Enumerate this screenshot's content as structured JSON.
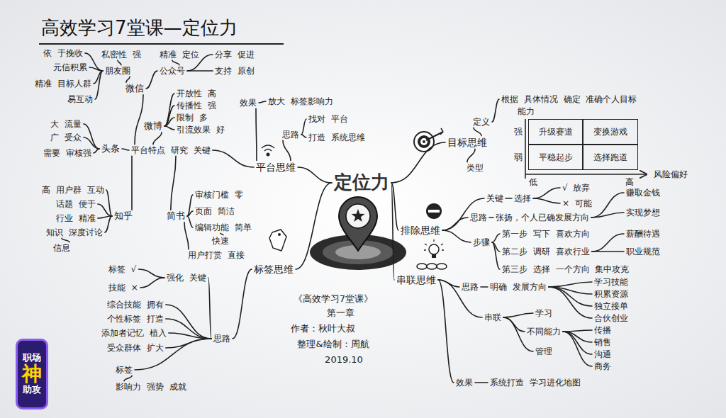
{
  "diagram": {
    "title": "高效学习7堂课—定位力",
    "nodes": [
      {
        "text": [
          "定位力"
        ]
      },
      {
        "text": [
          "目标思维"
        ]
      },
      {
        "text": [
          "定义"
        ]
      },
      {
        "text": [
          "根据 具体情况 确定 准确个人目标"
        ]
      },
      {
        "text": [
          "类型"
        ]
      },
      {
        "text": [
          "升级赛道"
        ]
      },
      {
        "text": [
          "变换游戏"
        ]
      },
      {
        "text": [
          "平稳起步"
        ]
      },
      {
        "text": [
          "选择跑道"
        ]
      },
      {
        "text": [
          "排除思维"
        ]
      },
      {
        "text": [
          "关键"
        ]
      },
      {
        "text": [
          "选择"
        ]
      },
      {
        "text": [
          "√ 放弃"
        ]
      },
      {
        "text": [
          "× 可能"
        ]
      },
      {
        "text": [
          "思路"
        ]
      },
      {
        "text": [
          "张扬，个人已确发展方向"
        ]
      },
      {
        "text": [
          "赚取金钱"
        ]
      },
      {
        "text": [
          "实现梦想"
        ]
      },
      {
        "text": [
          "步骤"
        ]
      },
      {
        "text": [
          "第一步 写下 喜欢方向"
        ]
      },
      {
        "text": [
          "第二步 调研 喜欢行业"
        ]
      },
      {
        "text": [
          "薪酬待遇"
        ]
      },
      {
        "text": [
          "职业规范"
        ]
      },
      {
        "text": [
          "第三步 选择 一个方向 集中攻克"
        ]
      },
      {
        "text": [
          "串联思维"
        ]
      },
      {
        "text": [
          "思路"
        ]
      },
      {
        "text": [
          "明确 发展方向"
        ]
      },
      {
        "text": [
          "学习技能"
        ]
      },
      {
        "text": [
          "积累资源"
        ]
      },
      {
        "text": [
          "独立接单"
        ]
      },
      {
        "text": [
          "合伙创业"
        ]
      },
      {
        "text": [
          "串联"
        ]
      },
      {
        "text": [
          "学习"
        ]
      },
      {
        "text": [
          "不同能力"
        ]
      },
      {
        "text": [
          "管理"
        ]
      },
      {
        "text": [
          "传播"
        ]
      },
      {
        "text": [
          "销售"
        ]
      },
      {
        "text": [
          "沟通"
        ]
      },
      {
        "text": [
          "商务"
        ]
      },
      {
        "text": [
          "效果"
        ]
      },
      {
        "text": [
          "系统打造 学习进化地图"
        ]
      },
      {
        "text": [
          "平台思维"
        ]
      },
      {
        "text": [
          "效果"
        ]
      },
      {
        "text": [
          "放大 标签影响力"
        ]
      },
      {
        "text": [
          "思路"
        ]
      },
      {
        "text": [
          "找对 平台"
        ]
      },
      {
        "text": [
          "打造 系统思维"
        ]
      },
      {
        "text": [
          "平台特点 研究 关键"
        ]
      },
      {
        "text": [
          "微信"
        ]
      },
      {
        "text": [
          "朋友圈"
        ]
      },
      {
        "text": [
          "私密性 强"
        ]
      },
      {
        "text": [
          "依 于挽收"
        ]
      },
      {
        "text": [
          "元信积累"
        ]
      },
      {
        "text": [
          "精准 目标人群"
        ]
      },
      {
        "text": [
          "易互动"
        ]
      },
      {
        "text": [
          "公众号"
        ]
      },
      {
        "text": [
          "精准 定位"
        ]
      },
      {
        "text": [
          "分享 促进"
        ]
      },
      {
        "text": [
          "支持 原创"
        ]
      },
      {
        "text": [
          "微博"
        ]
      },
      {
        "text": [
          "开放性 高"
        ]
      },
      {
        "text": [
          "传播性 强"
        ]
      },
      {
        "text": [
          "限制 多"
        ]
      },
      {
        "text": [
          "引流效果 好"
        ]
      },
      {
        "text": [
          "头条"
        ]
      },
      {
        "text": [
          "大 流量"
        ]
      },
      {
        "text": [
          "广 受众"
        ]
      },
      {
        "text": [
          "需要 审核强"
        ]
      },
      {
        "text": [
          "知乎"
        ]
      },
      {
        "text": [
          "高 用户群 互动"
        ]
      },
      {
        "text": [
          "话题 便于"
        ]
      },
      {
        "text": [
          "行业 精准"
        ]
      },
      {
        "text": [
          "知识 深度讨论"
        ]
      },
      {
        "text": [
          "信息"
        ]
      },
      {
        "text": [
          "简书"
        ]
      },
      {
        "text": [
          "审核门槛 零"
        ]
      },
      {
        "text": [
          "页面 简洁"
        ]
      },
      {
        "text": [
          "编辑功能 简单"
        ]
      },
      {
        "text": [
          "快速"
        ]
      },
      {
        "text": [
          "用户打赏 直接"
        ]
      },
      {
        "text": [
          "标签思维"
        ]
      },
      {
        "text": [
          "思路"
        ]
      },
      {
        "text": [
          "强化 关键"
        ]
      },
      {
        "text": [
          "标签 √"
        ]
      },
      {
        "text": [
          "技能 ×"
        ]
      },
      {
        "text": [
          "综合技能 拥有"
        ]
      },
      {
        "text": [
          "个性标签 打造"
        ]
      },
      {
        "text": [
          "添加者记忆 植入"
        ]
      },
      {
        "text": [
          "受众群体 扩大"
        ]
      },
      {
        "text": [
          "标签"
        ]
      },
      {
        "text": [
          "影响力 强势 成就"
        ]
      },
      {
        "text": [
          "职场",
          "神",
          "助攻"
        ]
      }
    ],
    "edges": [
      {
        "from": 0,
        "to": 1,
        "arrow": "none"
      },
      {
        "from": 0,
        "to": 9,
        "arrow": "none"
      },
      {
        "from": 0,
        "to": 24,
        "arrow": "none"
      },
      {
        "from": 0,
        "to": 41,
        "arrow": "none"
      },
      {
        "from": 0,
        "to": 80,
        "arrow": "none"
      },
      {
        "from": 1,
        "to": 2,
        "arrow": "none"
      },
      {
        "from": 2,
        "to": 3,
        "arrow": "none"
      },
      {
        "from": 1,
        "to": 4,
        "arrow": "none"
      },
      {
        "from": 9,
        "to": 10,
        "arrow": "none"
      },
      {
        "from": 10,
        "to": 11,
        "arrow": "none"
      },
      {
        "from": 11,
        "to": 12,
        "arrow": "none"
      },
      {
        "from": 11,
        "to": 13,
        "arrow": "none"
      },
      {
        "from": 9,
        "to": 14,
        "arrow": "none"
      },
      {
        "from": 14,
        "to": 15,
        "arrow": "none"
      },
      {
        "from": 15,
        "to": 16,
        "arrow": "none"
      },
      {
        "from": 15,
        "to": 17,
        "arrow": "none"
      },
      {
        "from": 9,
        "to": 18,
        "arrow": "none"
      },
      {
        "from": 18,
        "to": 19,
        "arrow": "none"
      },
      {
        "from": 18,
        "to": 20,
        "arrow": "none"
      },
      {
        "from": 20,
        "to": 21,
        "arrow": "none"
      },
      {
        "from": 20,
        "to": 22,
        "arrow": "none"
      },
      {
        "from": 18,
        "to": 23,
        "arrow": "none"
      },
      {
        "from": 24,
        "to": 25,
        "arrow": "none"
      },
      {
        "from": 25,
        "to": 26,
        "arrow": "none"
      },
      {
        "from": 26,
        "to": 27,
        "arrow": "none"
      },
      {
        "from": 26,
        "to": 28,
        "arrow": "none"
      },
      {
        "from": 26,
        "to": 29,
        "arrow": "none"
      },
      {
        "from": 26,
        "to": 30,
        "arrow": "none"
      },
      {
        "from": 24,
        "to": 31,
        "arrow": "none"
      },
      {
        "from": 31,
        "to": 32,
        "arrow": "none"
      },
      {
        "from": 31,
        "to": 33,
        "arrow": "none"
      },
      {
        "from": 31,
        "to": 34,
        "arrow": "none"
      },
      {
        "from": 33,
        "to": 35,
        "arrow": "none"
      },
      {
        "from": 33,
        "to": 36,
        "arrow": "none"
      },
      {
        "from": 33,
        "to": 37,
        "arrow": "none"
      },
      {
        "from": 33,
        "to": 38,
        "arrow": "none"
      },
      {
        "from": 24,
        "to": 39,
        "arrow": "none"
      },
      {
        "from": 39,
        "to": 40,
        "arrow": "none"
      },
      {
        "from": 41,
        "to": 42,
        "arrow": "none"
      },
      {
        "from": 42,
        "to": 43,
        "arrow": "none"
      },
      {
        "from": 41,
        "to": 44,
        "arrow": "none"
      },
      {
        "from": 44,
        "to": 45,
        "arrow": "none"
      },
      {
        "from": 44,
        "to": 46,
        "arrow": "none"
      },
      {
        "from": 41,
        "to": 47,
        "arrow": "none"
      },
      {
        "from": 47,
        "to": 48,
        "arrow": "none"
      },
      {
        "from": 48,
        "to": 49,
        "arrow": "none"
      },
      {
        "from": 49,
        "to": 50,
        "arrow": "none"
      },
      {
        "from": 49,
        "to": 51,
        "arrow": "none"
      },
      {
        "from": 49,
        "to": 52,
        "arrow": "none"
      },
      {
        "from": 49,
        "to": 53,
        "arrow": "none"
      },
      {
        "from": 49,
        "to": 54,
        "arrow": "none"
      },
      {
        "from": 48,
        "to": 55,
        "arrow": "none"
      },
      {
        "from": 55,
        "to": 56,
        "arrow": "none"
      },
      {
        "from": 55,
        "to": 57,
        "arrow": "none"
      },
      {
        "from": 55,
        "to": 58,
        "arrow": "none"
      },
      {
        "from": 47,
        "to": 59,
        "arrow": "none"
      },
      {
        "from": 59,
        "to": 60,
        "arrow": "none"
      },
      {
        "from": 59,
        "to": 61,
        "arrow": "none"
      },
      {
        "from": 59,
        "to": 62,
        "arrow": "none"
      },
      {
        "from": 59,
        "to": 63,
        "arrow": "none"
      },
      {
        "from": 47,
        "to": 64,
        "arrow": "none"
      },
      {
        "from": 64,
        "to": 65,
        "arrow": "none"
      },
      {
        "from": 64,
        "to": 66,
        "arrow": "none"
      },
      {
        "from": 64,
        "to": 67,
        "arrow": "none"
      },
      {
        "from": 47,
        "to": 68,
        "arrow": "none"
      },
      {
        "from": 68,
        "to": 69,
        "arrow": "none"
      },
      {
        "from": 68,
        "to": 70,
        "arrow": "none"
      },
      {
        "from": 68,
        "to": 71,
        "arrow": "none"
      },
      {
        "from": 68,
        "to": 72,
        "arrow": "none"
      },
      {
        "from": 72,
        "to": 73,
        "arrow": "none"
      },
      {
        "from": 47,
        "to": 74,
        "arrow": "none"
      },
      {
        "from": 74,
        "to": 75,
        "arrow": "none"
      },
      {
        "from": 74,
        "to": 76,
        "arrow": "none"
      },
      {
        "from": 74,
        "to": 77,
        "arrow": "none"
      },
      {
        "from": 77,
        "to": 78,
        "arrow": "none"
      },
      {
        "from": 74,
        "to": 79,
        "arrow": "none"
      },
      {
        "from": 80,
        "to": 81,
        "arrow": "none"
      },
      {
        "from": 81,
        "to": 82,
        "arrow": "none"
      },
      {
        "from": 82,
        "to": 83,
        "arrow": "none"
      },
      {
        "from": 82,
        "to": 84,
        "arrow": "none"
      },
      {
        "from": 81,
        "to": 85,
        "arrow": "none"
      },
      {
        "from": 81,
        "to": 86,
        "arrow": "none"
      },
      {
        "from": 81,
        "to": 87,
        "arrow": "none"
      },
      {
        "from": 81,
        "to": 88,
        "arrow": "none"
      },
      {
        "from": 81,
        "to": 89,
        "arrow": "none"
      },
      {
        "from": 89,
        "to": 90,
        "arrow": "none"
      }
    ],
    "labels": [
      "能力",
      "强",
      "弱",
      "低",
      "高",
      "风险偏好",
      "《高效学习7堂课》",
      "第一章",
      "作者：秋叶大叔",
      "整理&绘制：周航",
      "2019.10"
    ]
  }
}
